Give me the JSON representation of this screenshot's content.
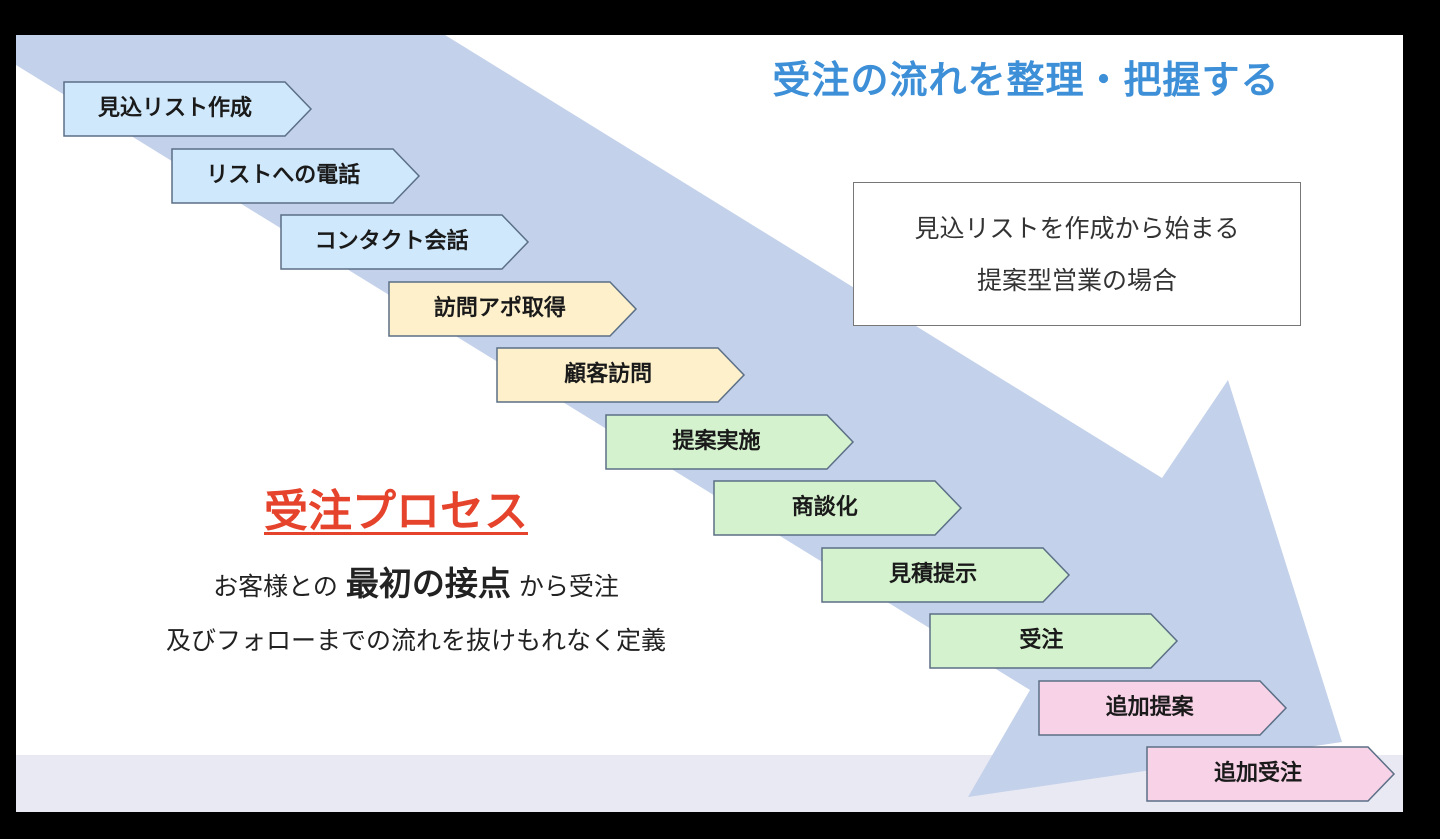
{
  "title": "受注の流れを整理・把握する",
  "note": {
    "line1": "見込リストを作成から始まる",
    "line2": "提案型営業の場合"
  },
  "heading": "受注プロセス",
  "description": {
    "line1_pre": "お客様との",
    "line1_emphasis": "最初の接点",
    "line1_post": "から受注",
    "line2": "及びフォローまでの流れを抜けもれなく定義"
  },
  "colors": {
    "arrow": "#c3d1ea",
    "blue": "#cfe8fb",
    "yellow": "#fdf0cb",
    "green": "#d4f2cd",
    "pink": "#f8d2e7",
    "border": "#5b6f86"
  },
  "steps": [
    {
      "label": "見込リスト作成",
      "color": "blue"
    },
    {
      "label": "リストへの電話",
      "color": "blue"
    },
    {
      "label": "コンタクト会話",
      "color": "blue"
    },
    {
      "label": "訪問アポ取得",
      "color": "yellow"
    },
    {
      "label": "顧客訪問",
      "color": "yellow"
    },
    {
      "label": "提案実施",
      "color": "green"
    },
    {
      "label": "商談化",
      "color": "green"
    },
    {
      "label": "見積提示",
      "color": "green"
    },
    {
      "label": "受注",
      "color": "green"
    },
    {
      "label": "追加提案",
      "color": "pink"
    },
    {
      "label": "追加受注",
      "color": "pink"
    }
  ]
}
